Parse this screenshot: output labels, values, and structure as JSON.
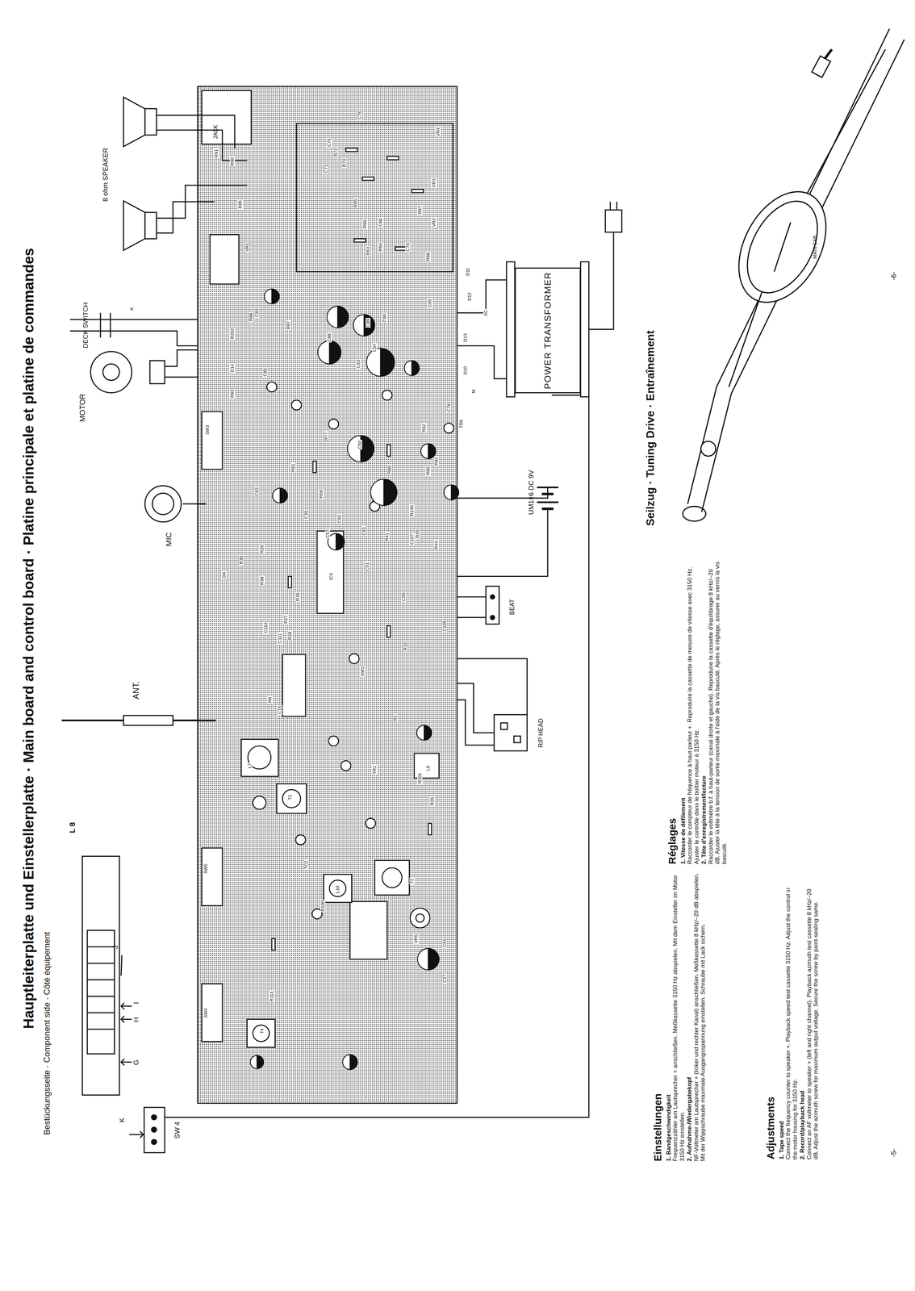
{
  "diagram": {
    "nodes": [
      {
        "text": [
          "POWER TRANSFORMER"
        ]
      }
    ],
    "labels": [
      "Hauptleiterplatte und Einstellerplatte · Main board and control board · Platine principale et platine de commandes",
      "Bestückungsseite · Component side · Côté équipement",
      "L 8",
      "G",
      "H",
      "I",
      "J",
      "K",
      "SW 4",
      "ANT.",
      "MIC",
      "MOTOR",
      "DECK SWITCH",
      "8 ohm SPEAKER",
      "JACK",
      "UM1×6 DC 9V",
      "BEAT",
      "R/P HEAD",
      "Seilzug · Tuning Drive · Entraînement",
      "MAIN CAB",
      "-5-",
      "-6-",
      "Einstellungen",
      "1. Bandgeschwindigkeit",
      "Frequenzzähler am Lautsprecher + anschließen. Meßkassette 3150 Hz abspielen. Mit dem Einsteller im Motor 3150 Hz einstellen.",
      "2. Aufnahme-/Wiedergabekopf",
      "NF-Voltmeter am Lautsprecher + (linker und rechter Kanal) anschließen. Meßkassette 8 kHz/–20 dB abspielen. Mit der Wippschraube maximale Ausgangsspannung einstellen. Schraube mit Lack sichern.",
      "Réglages",
      "1. Vitesse de défilement",
      "Raccorder le compteur de fréquence à haut-parleur +. Reproduire la cassette de mesure de vitesse avec 3150 Hz. Ajuster le contrôle dans le boîtier moteur à 3150 Hz.",
      "2. Tête d'enregistrement/lecture",
      "Raccorder le voltmètre b.f. à haut-parleur (canal droite et gauche). Reproduire la cassette d'équilibrage 8 kHz/–20 dB. Ajuster la tête à la tension de sortie maximale à l'aide de la vis basculé. Après le réglage, assurer au vernis la vis basculé.",
      "Adjustments",
      "1. Tape speed",
      "Connect the frequency counter to speaker +. Playback speed test cassette 3150 Hz. Adjust the control in the motor housing for 3150 Hz.",
      "2. Record/playback head",
      "Connect an AF voltmeter to speaker + (left and right channel). Playback azimuth test cassette 8 kHz/–20 dB. Adjust the azimuth screw for maximum output voltage. Secure the screw by paint-sealing same.",
      "SW3",
      "SW2",
      "SW5",
      "SW4",
      "VR1",
      "VR2",
      "VR3",
      "VR4",
      "VR5",
      "L7",
      "T1",
      "L10",
      "L9",
      "TC2",
      "T4",
      "T2",
      "C27",
      "C91",
      "R201",
      "R26",
      "R2",
      "TR1",
      "R8",
      "C15",
      "R100",
      "R114",
      "C39",
      "R85",
      "R90",
      "R91",
      "C76",
      "C75",
      "R72",
      "R73",
      "C73",
      "R65",
      "R66",
      "R63",
      "R64",
      "C68",
      "C70",
      "R68",
      "R67",
      "R87",
      "R88",
      "C88",
      "C93",
      "D11",
      "D12",
      "D13",
      "D10",
      "AC",
      "M",
      "TR6",
      "C78",
      "R82",
      "R80",
      "C92",
      "C61",
      "C62",
      "R60",
      "R140",
      "R44",
      "R45",
      "C107",
      "C51",
      "IC4",
      "C50",
      "C105",
      "R32",
      "R41",
      "C57",
      "C63",
      "D4",
      "R30",
      "R29",
      "R38",
      "R28",
      "R27",
      "C110",
      "C111",
      "R39",
      "D14",
      "R202",
      "C83",
      "R83",
      "C85",
      "R77",
      "R59",
      "R61",
      "R62",
      "C95",
      "C97",
      "C89",
      "C90",
      "K"
    ]
  }
}
